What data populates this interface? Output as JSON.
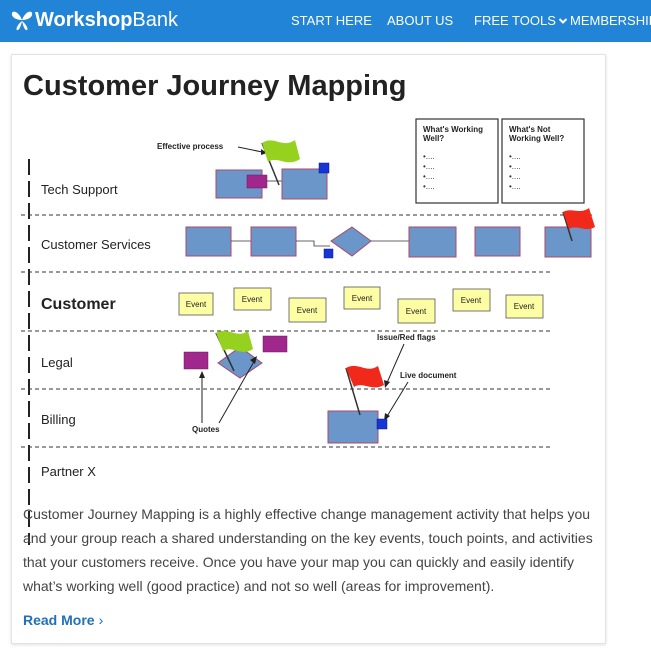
{
  "brand": {
    "name_bold": "Workshop",
    "name_light": "Bank",
    "icon": "butterfly-icon"
  },
  "nav": {
    "items": [
      {
        "label": "START HERE"
      },
      {
        "label": "ABOUT US"
      },
      {
        "label": "FREE TOOLS",
        "icon": "chevron-down-icon"
      },
      {
        "label": "MEMBERSHIP"
      }
    ]
  },
  "card": {
    "title": "Customer Journey Mapping",
    "description": "Customer Journey Mapping is a highly effective change management activity that helps you and your group reach a shared understanding on the key events, touch points, and activities that your customers receive. Once you have your map you can quickly and easily identify what’s working well (good practice) and not so well (areas for improvement).",
    "read_more": "Read More",
    "read_more_icon": "chevron-right-icon"
  },
  "map": {
    "lanes": [
      "Tech Support",
      "Customer Services",
      "Customer",
      "Legal",
      "Billing",
      "Partner X"
    ],
    "events": [
      "Event",
      "Event",
      "Event",
      "Event",
      "Event",
      "Event",
      "Event"
    ],
    "annotations": {
      "effective_process": "Effective process",
      "issue_flags": "Issue/Red flags",
      "live_document": "Live document",
      "quotes": "Quotes"
    },
    "boxes": {
      "working": {
        "line1": "What's Working",
        "line2": "Well?",
        "bullets": [
          "•....",
          "•....",
          "•....",
          "•...."
        ]
      },
      "not_working": {
        "line1": "What's Not",
        "line2": "Working Well?",
        "bullets": [
          "•....",
          "•....",
          "•....",
          "•...."
        ]
      }
    },
    "colors": {
      "process": "#6b96c9",
      "event": "#fdfda3",
      "quote": "#a0288c",
      "green_flag": "#97d11f",
      "red_flag": "#f0291b",
      "dot": "#1535d6"
    }
  },
  "colors": {
    "nav_bg": "#2184d6",
    "link": "#2170b8"
  }
}
